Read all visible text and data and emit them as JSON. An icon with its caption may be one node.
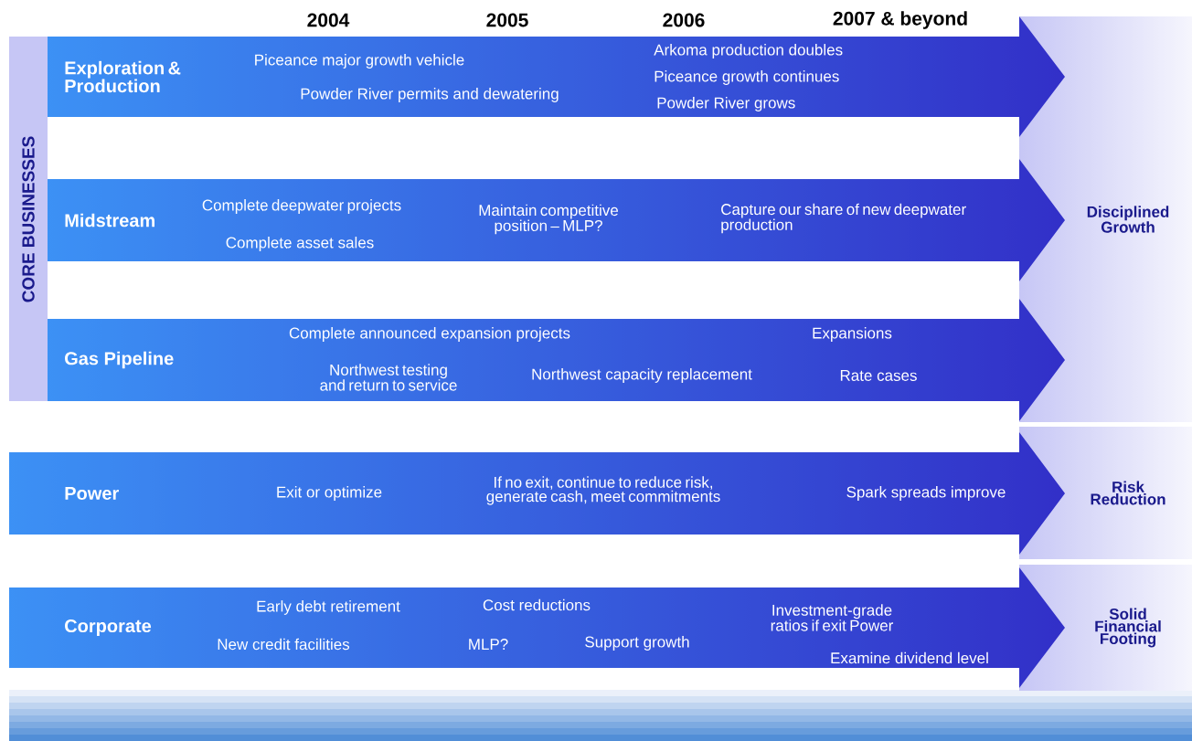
{
  "diagram": {
    "nodes": [
      {
        "text": [
          "CORE BUSINESSES"
        ]
      },
      {
        "text": [
          "Exploration & Production",
          "Piceance major growth vehicle",
          "Powder River permits and dewatering",
          "Arkoma production doubles",
          "Piceance growth continues",
          "Powder River grows"
        ]
      },
      {
        "text": [
          "Midstream",
          "Complete deepwater projects",
          "Complete asset sales",
          "Maintain competitive position – MLP?",
          "Capture our share of new deepwater production"
        ]
      },
      {
        "text": [
          "Gas Pipeline",
          "Complete announced expansion projects",
          "Northwest testing and return to service",
          "Northwest capacity replacement",
          "Expansions",
          "Rate cases"
        ]
      },
      {
        "text": [
          "Power",
          "Exit or optimize",
          "If no exit, continue to reduce risk, generate cash, meet commitments",
          "Spark spreads improve"
        ]
      },
      {
        "text": [
          "Corporate",
          "Early debt retirement",
          "New credit facilities",
          "Cost reductions",
          "MLP?",
          "Support growth",
          "Investment-grade ratios if exit Power",
          "Examine dividend level"
        ]
      },
      {
        "text": [
          "Disciplined Growth"
        ]
      },
      {
        "text": [
          "Risk Reduction"
        ]
      },
      {
        "text": [
          "Solid Financial Footing"
        ]
      }
    ],
    "labels": [
      "2004",
      "2005",
      "2006",
      "2007 & beyond"
    ]
  }
}
